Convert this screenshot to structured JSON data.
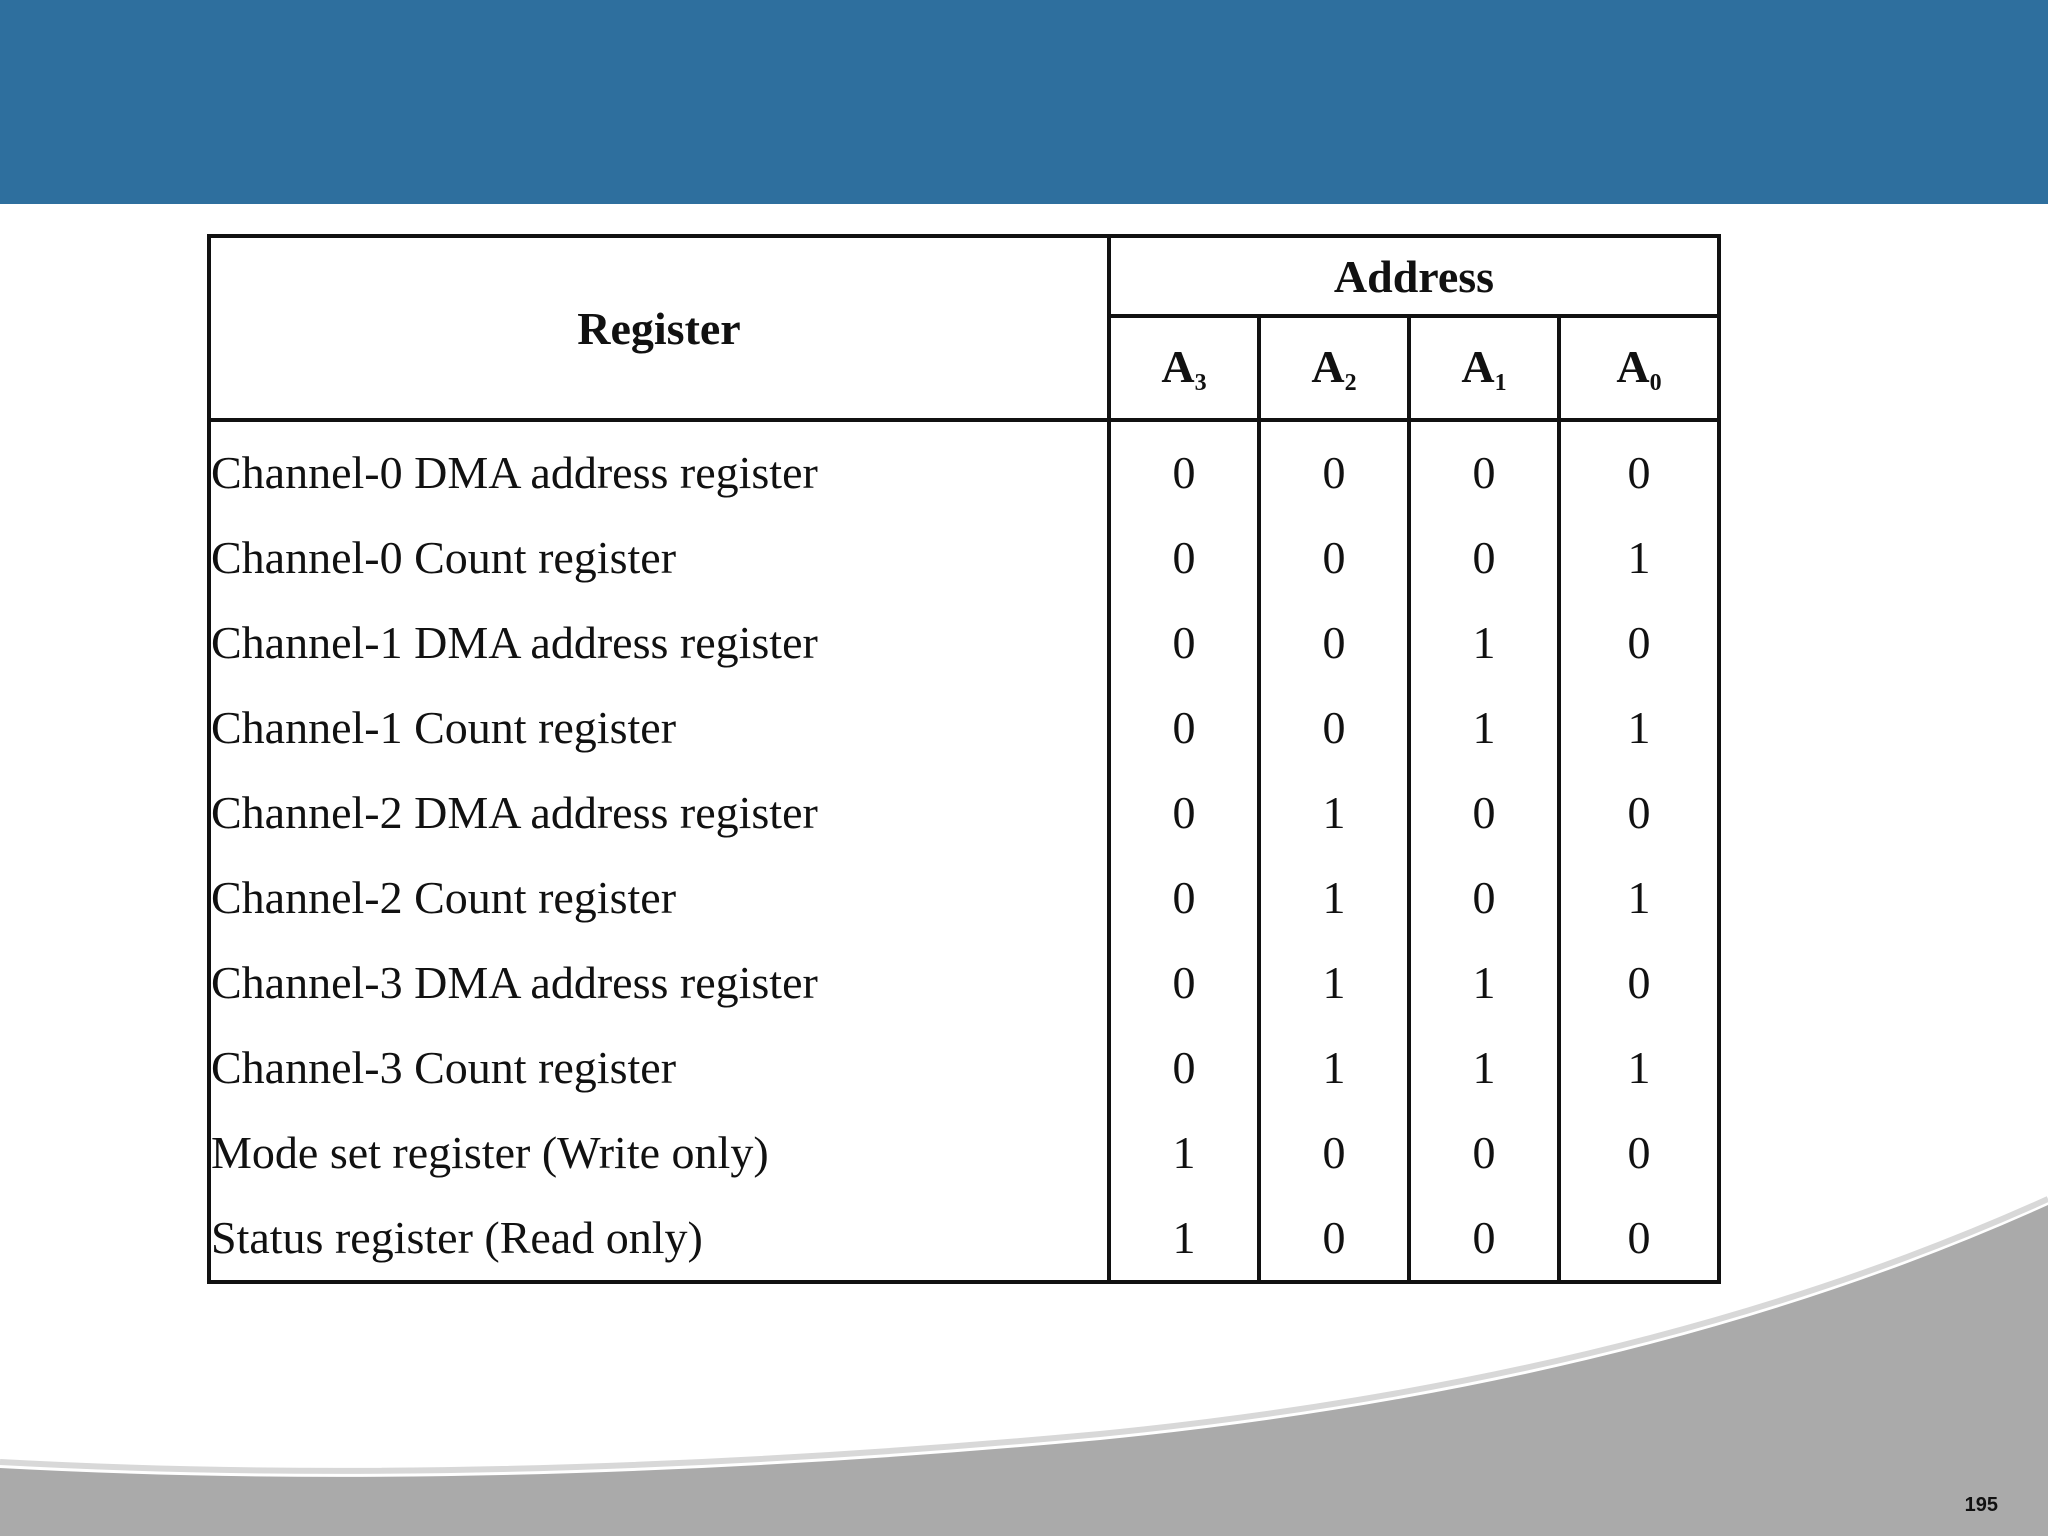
{
  "theme": {
    "banner_color": "#2e6f9e",
    "swoosh_color": "#aaaaaa"
  },
  "table": {
    "header_register": "Register",
    "header_address": "Address",
    "bits": [
      {
        "letter": "A",
        "sub": "3"
      },
      {
        "letter": "A",
        "sub": "2"
      },
      {
        "letter": "A",
        "sub": "1"
      },
      {
        "letter": "A",
        "sub": "0"
      }
    ],
    "rows": [
      {
        "register": "Channel-0 DMA address register",
        "a3": "0",
        "a2": "0",
        "a1": "0",
        "a0": "0"
      },
      {
        "register": "Channel-0 Count register",
        "a3": "0",
        "a2": "0",
        "a1": "0",
        "a0": "1"
      },
      {
        "register": "Channel-1 DMA address register",
        "a3": "0",
        "a2": "0",
        "a1": "1",
        "a0": "0"
      },
      {
        "register": "Channel-1 Count register",
        "a3": "0",
        "a2": "0",
        "a1": "1",
        "a0": "1"
      },
      {
        "register": "Channel-2 DMA address register",
        "a3": "0",
        "a2": "1",
        "a1": "0",
        "a0": "0"
      },
      {
        "register": "Channel-2 Count register",
        "a3": "0",
        "a2": "1",
        "a1": "0",
        "a0": "1"
      },
      {
        "register": "Channel-3 DMA address register",
        "a3": "0",
        "a2": "1",
        "a1": "1",
        "a0": "0"
      },
      {
        "register": "Channel-3 Count register",
        "a3": "0",
        "a2": "1",
        "a1": "1",
        "a0": "1"
      },
      {
        "register": "Mode set register (Write only)",
        "a3": "1",
        "a2": "0",
        "a1": "0",
        "a0": "0"
      },
      {
        "register": "Status register (Read only)",
        "a3": "1",
        "a2": "0",
        "a1": "0",
        "a0": "0"
      }
    ]
  },
  "slide_number": "195"
}
